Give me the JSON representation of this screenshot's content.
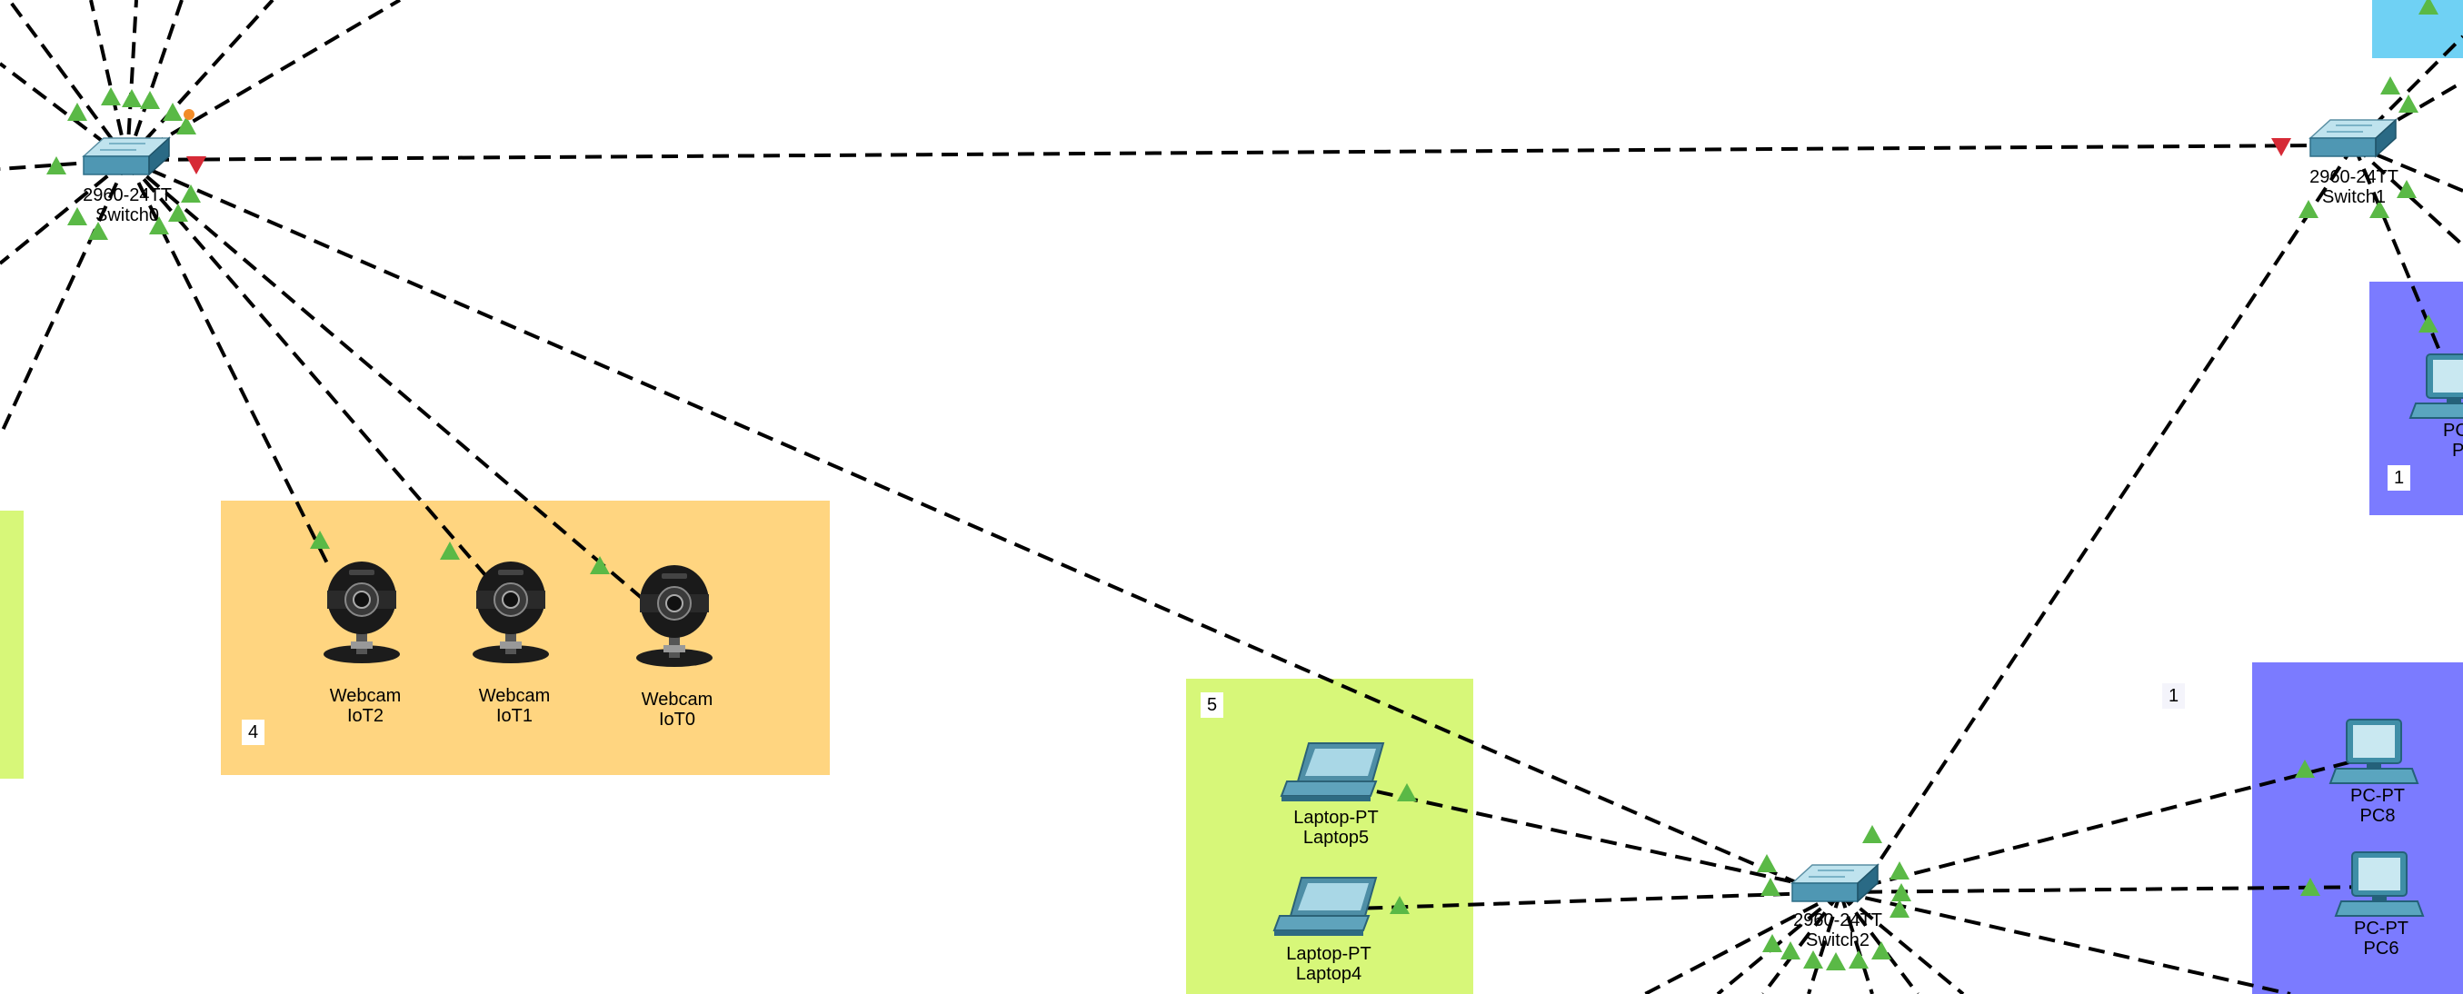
{
  "workspace": {
    "background": "#ffffff",
    "link_color": "#000000",
    "link_up_color": "#5ab946",
    "link_down_color": "#d62a36"
  },
  "zones": {
    "left_green": {
      "color": "#d7f779"
    },
    "webcams": {
      "color": "#ffd580",
      "number": "4"
    },
    "laptops": {
      "color": "#d7f779",
      "number": "5"
    },
    "blue_top": {
      "color": "#7b7bff",
      "number": "1"
    },
    "blue_bottom": {
      "color": "#7b7bff",
      "number": "1"
    },
    "cyan_top": {
      "color": "#6fd1f4"
    }
  },
  "devices": {
    "switch0": {
      "model": "2960-24TT",
      "name": "Switch0"
    },
    "switch1": {
      "model": "2960-24TT",
      "name": "Switch1"
    },
    "switch2": {
      "model": "2960-24TT",
      "name": "Switch2"
    },
    "iot2": {
      "model": "Webcam",
      "name": "IoT2"
    },
    "iot1": {
      "model": "Webcam",
      "name": "IoT1"
    },
    "iot0": {
      "model": "Webcam",
      "name": "IoT0"
    },
    "laptop5": {
      "model": "Laptop-PT",
      "name": "Laptop5"
    },
    "laptop4": {
      "model": "Laptop-PT",
      "name": "Laptop4"
    },
    "pc8": {
      "model": "PC-PT",
      "name": "PC8"
    },
    "pc6": {
      "model": "PC-PT",
      "name": "PC6"
    },
    "pc_partial": {
      "model": "PC-",
      "name": "PC"
    }
  },
  "icons": {
    "switch": "switch-icon",
    "webcam": "webcam-icon",
    "laptop": "laptop-icon",
    "pc": "pc-icon"
  }
}
